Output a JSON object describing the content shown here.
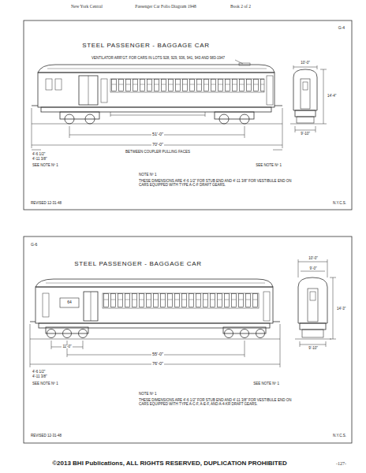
{
  "diagram": {
    "labels": [
      "New York Central",
      "Passenger Car Folio Diagram 1948",
      "Book 2 of 2",
      "G-4",
      "STEEL PASSENGER - BAGGAGE CAR",
      "VENTILATOR ARR'GT. FOR CARS IN LOTS 928, 929, 936, 941, 943 AND 983-1947",
      "51'-0\"",
      "70'-0\"",
      "BETWEEN COUPLER PULLING FACES",
      "4'-6 1/2\"",
      "4'-11 3/8\"",
      "SEE NOTE Nº 1",
      "SEE NOTE Nº 1",
      "NOTE Nº 1",
      "THESE DIMENSIONS ARE 4'-6 1/2\" FOR STUB END AND 4'-11 3/8\" FOR VESTIBULE END ON CARS EQUIPPED WITH TYPE A-C-F DRAFT GEARS.",
      "10'-0\"",
      "14'-4\"",
      "9'-10\"",
      "REVISED 12-31-48",
      "N.Y.C.S.",
      "G-6",
      "STEEL PASSENGER - BAGGAGE CAR",
      "64",
      "11'-0\"",
      "55'-0\"",
      "76'-0\"",
      "4'-6 1/2\"",
      "4'-11 3/8\"",
      "SEE NOTE Nº 1",
      "SEE NOTE Nº 1",
      "NOTE Nº 1",
      "THESE DIMENSIONS ARE 4'-6 1/2\" FOR STUB END AND 4'-11 3/8\" FOR VESTIBULE END ON CARS EQUIPPED WITH TYPE A-C-F, A-E-F, AND A-4-KR DRAFT GEARS.",
      "10'-0\"",
      "9'-0\"",
      "14'-3\"",
      "9'-10\"",
      "REVISED 12-31-48",
      "N.Y.C.S.",
      "-127-",
      "©2013 BHI Publications, ALL RIGHTS RESERVED, DUPLICATION PROHIBITED"
    ]
  }
}
